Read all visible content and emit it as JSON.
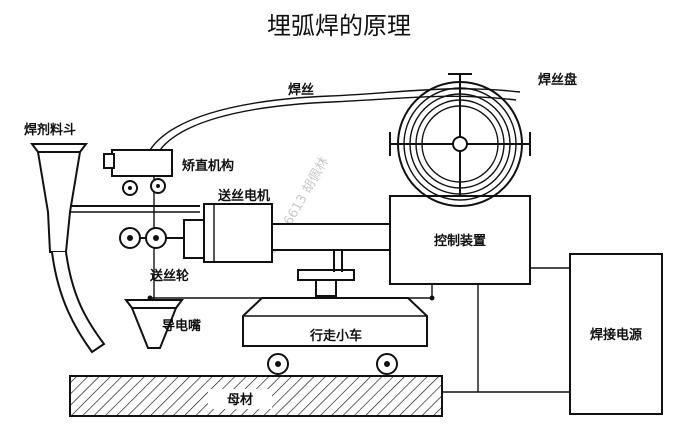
{
  "title": "埋弧焊的原理",
  "labels": {
    "wire": "焊丝",
    "wire_reel": "焊丝盘",
    "flux_hopper": "焊剂料斗",
    "straightener": "矫直机构",
    "feed_motor": "送丝电机",
    "control_unit": "控制装置",
    "feed_roller": "送丝轮",
    "contact_tip": "导电嘴",
    "carriage": "行走小车",
    "power_source": "焊接电源",
    "base_metal": "母材"
  },
  "watermark": "000096613 胡佩林"
}
